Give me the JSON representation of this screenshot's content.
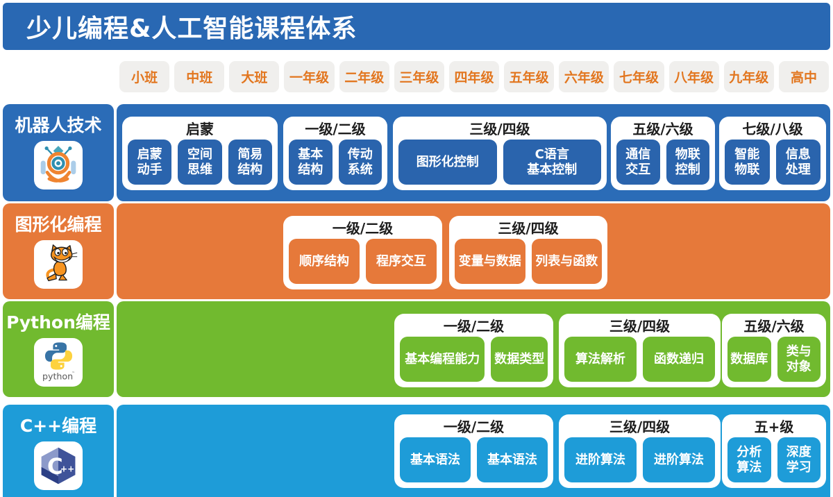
{
  "header": {
    "title": "少儿编程&人工智能课程体系"
  },
  "grades": [
    "小班",
    "中班",
    "大班",
    "一年级",
    "二年级",
    "三年级",
    "四年级",
    "五年级",
    "六年级",
    "七年级",
    "八年级",
    "九年级",
    "高中"
  ],
  "tracks": [
    {
      "name": "机器人技术",
      "icon": "robot-icon",
      "cards": [
        {
          "level": "启蒙",
          "topics": [
            "启蒙\n动手",
            "空间\n思维",
            "简易\n结构"
          ]
        },
        {
          "level": "一级/二级",
          "topics": [
            "基本\n结构",
            "传动\n系统"
          ]
        },
        {
          "level": "三级/四级",
          "topics": [
            "图形化控制",
            "C语言\n基本控制"
          ]
        },
        {
          "level": "五级/六级",
          "topics": [
            "通信\n交互",
            "物联\n控制"
          ]
        },
        {
          "level": "七级/八级",
          "topics": [
            "智能\n物联",
            "信息\n处理"
          ]
        }
      ]
    },
    {
      "name": "图形化编程",
      "icon": "scratch-cat-icon",
      "cards": [
        {
          "level": "一级/二级",
          "topics": [
            "顺序结构",
            "程序交互"
          ]
        },
        {
          "level": "三级/四级",
          "topics": [
            "变量与数据",
            "列表与函数"
          ]
        }
      ]
    },
    {
      "name": "Python编程",
      "icon": "python-icon",
      "icon_label": "python",
      "icon_tm": "™",
      "cards": [
        {
          "level": "一级/二级",
          "topics": [
            "基本编程能力",
            "数据类型"
          ]
        },
        {
          "level": "三级/四级",
          "topics": [
            "算法解析",
            "函数递归"
          ]
        },
        {
          "level": "五级/六级",
          "topics": [
            "数据库",
            "类与\n对象"
          ]
        }
      ]
    },
    {
      "name": "C++编程",
      "icon": "cpp-icon",
      "icon_c": "C",
      "icon_plus": "++",
      "cards": [
        {
          "level": "一级/二级",
          "topics": [
            "基本语法",
            "基本语法"
          ]
        },
        {
          "level": "三级/四级",
          "topics": [
            "进阶算法",
            "进阶算法"
          ]
        },
        {
          "level": "五+级",
          "topics": [
            "分析\n算法",
            "深度\n学习"
          ]
        }
      ]
    }
  ],
  "colors": {
    "header-blue": "#2968b3",
    "robot-blue": "#2b6cb7",
    "robot-sub-blue": "#2a64ad",
    "scratch-orange": "#e6793a",
    "python-green": "#71ba2f",
    "cpp-cyan": "#1e9cd8",
    "grade-text": "#e2761f",
    "grade-bg": "#f0efed",
    "card-title-text": "#1d1d1d"
  }
}
